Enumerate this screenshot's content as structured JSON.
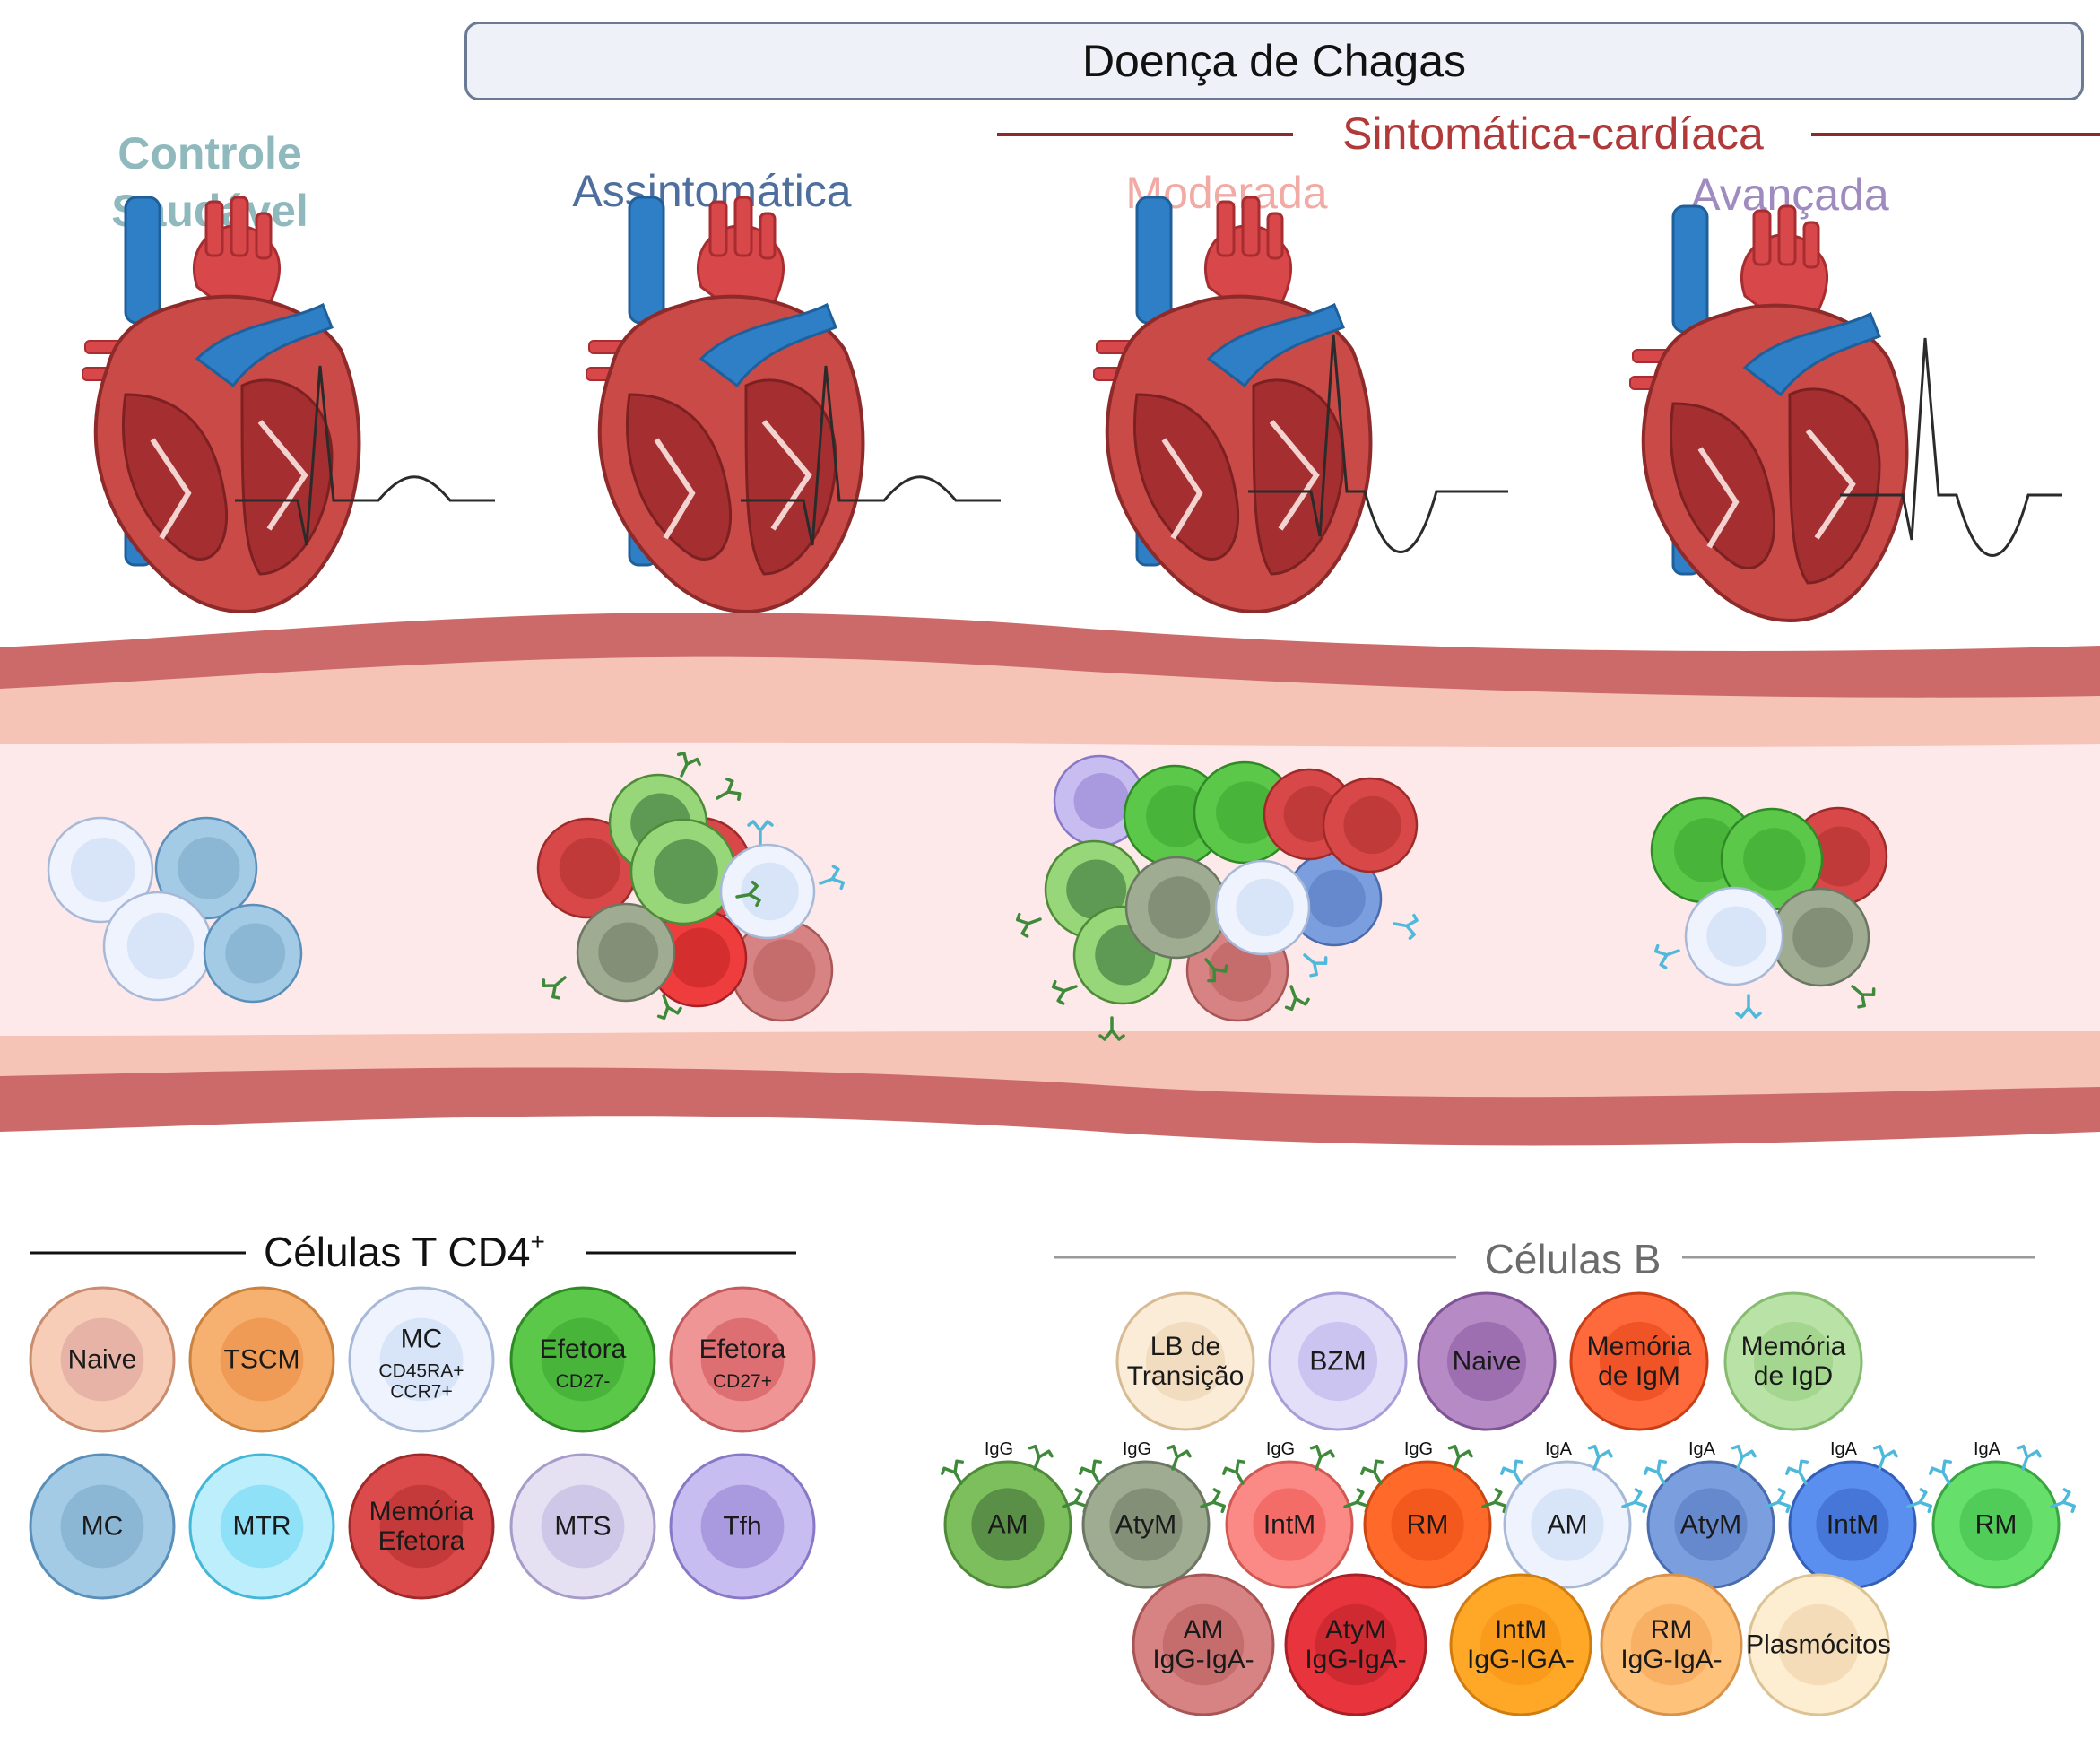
{
  "title": "Doença de Chagas",
  "symptomatic_group": "Sintomática-cardíaca",
  "stages": [
    {
      "line1": "Controle",
      "line2": "Saudável",
      "color": "#8fb9bd"
    },
    {
      "line1": "Assintomática",
      "line2": "",
      "color": "#4e6f9e"
    },
    {
      "line1": "Moderada",
      "line2": "",
      "color": "#f2aaa4"
    },
    {
      "line1": "Avançada",
      "line2": "",
      "color": "#9f8bbf"
    }
  ],
  "legend_t": {
    "heading": "Células T CD4",
    "heading_sup": "+",
    "cells": [
      {
        "lines": [
          "Naive"
        ],
        "fill": "#f7cdb7",
        "inner": "#e6b3a6",
        "stroke": "#c98c6e"
      },
      {
        "lines": [
          "TSCM"
        ],
        "fill": "#f6b06f",
        "inner": "#ef9a55",
        "stroke": "#c9823f"
      },
      {
        "lines": [
          "MC",
          "CD45RA+",
          "CCR7+"
        ],
        "fill": "#eef3fd",
        "inner": "#d8e4f7",
        "stroke": "#a8b9d8"
      },
      {
        "lines": [
          "Efetora",
          "CD27-"
        ],
        "fill": "#5cc84a",
        "inner": "#48b43a",
        "stroke": "#2f8a26"
      },
      {
        "lines": [
          "Efetora",
          "CD27+"
        ],
        "fill": "#f09595",
        "inner": "#dd6f72",
        "stroke": "#c45a5d"
      },
      {
        "lines": [
          "MC"
        ],
        "fill": "#a3cbe6",
        "inner": "#8bb7d4",
        "stroke": "#5a8fb9"
      },
      {
        "lines": [
          "MTR"
        ],
        "fill": "#bdeefb",
        "inner": "#8fe1f7",
        "stroke": "#43b7d8"
      },
      {
        "lines": [
          "Memória",
          "Efetora"
        ],
        "fill": "#dc4b4b",
        "inner": "#c43a3a",
        "stroke": "#9e2a2a"
      },
      {
        "lines": [
          "MTS"
        ],
        "fill": "#e5e0f2",
        "inner": "#cfc7e8",
        "stroke": "#a79cc9"
      },
      {
        "lines": [
          "Tfh"
        ],
        "fill": "#c8bdf0",
        "inner": "#a99ae0",
        "stroke": "#8878c7"
      }
    ]
  },
  "legend_b": {
    "heading": "Células B",
    "row1": [
      {
        "lines": [
          "LB de",
          "Transição"
        ],
        "fill": "#faecd6",
        "inner": "#f2dcc0",
        "stroke": "#d8bb92"
      },
      {
        "lines": [
          "BZM"
        ],
        "fill": "#e3dff8",
        "inner": "#cbc4f0",
        "stroke": "#a79fd9"
      },
      {
        "lines": [
          "Naive"
        ],
        "fill": "#b58ac5",
        "inner": "#9d6fb1",
        "stroke": "#7e5494"
      },
      {
        "lines": [
          "Memória",
          "de IgM"
        ],
        "fill": "#ff6a3d",
        "inner": "#ef5326",
        "stroke": "#c93e17"
      },
      {
        "lines": [
          "Memória",
          "de IgD"
        ],
        "fill": "#b9e2a6",
        "inner": "#a4d690",
        "stroke": "#86bb70"
      }
    ],
    "row2": [
      {
        "lines": [
          "AM"
        ],
        "tag": "IgG",
        "fill": "#7dbf5c",
        "inner": "#5a8f48",
        "stroke": "#4f8a38",
        "ab": "#3f8a3a"
      },
      {
        "lines": [
          "AtyM"
        ],
        "tag": "IgG",
        "fill": "#9fac92",
        "inner": "#848f78",
        "stroke": "#6b7762",
        "ab": "#3f8a3a"
      },
      {
        "lines": [
          "IntM"
        ],
        "tag": "IgG",
        "fill": "#fb8a86",
        "inner": "#f46c68",
        "stroke": "#d25853",
        "ab": "#3f8a3a"
      },
      {
        "lines": [
          "RM"
        ],
        "tag": "IgG",
        "fill": "#ff6a2b",
        "inner": "#f3581c",
        "stroke": "#cb4612",
        "ab": "#3f8a3a"
      },
      {
        "lines": [
          "AM"
        ],
        "tag": "IgA",
        "fill": "#eef3fd",
        "inner": "#d8e4f7",
        "stroke": "#a8b9d8",
        "ab": "#4fb9dc"
      },
      {
        "lines": [
          "AtyM"
        ],
        "tag": "IgA",
        "fill": "#7b9fde",
        "inner": "#6688cc",
        "stroke": "#4a6cae",
        "ab": "#4fb9dc"
      },
      {
        "lines": [
          "IntM"
        ],
        "tag": "IgA",
        "fill": "#5b8fef",
        "inner": "#4677d8",
        "stroke": "#345fb8",
        "ab": "#4fb9dc"
      },
      {
        "lines": [
          "RM"
        ],
        "tag": "IgA",
        "fill": "#66e06a",
        "inner": "#52cc58",
        "stroke": "#3aa442",
        "ab": "#4fb9dc"
      }
    ],
    "row3": [
      {
        "lines": [
          "AM",
          "IgG-IgA-"
        ],
        "fill": "#d88383",
        "inner": "#c56c6c",
        "stroke": "#a85555"
      },
      {
        "lines": [
          "AtyM",
          "IgG-IgA-"
        ],
        "fill": "#e8343c",
        "inner": "#cf2a31",
        "stroke": "#a81f25"
      },
      {
        "lines": [
          "IntM",
          "IgG-IGA-"
        ],
        "fill": "#ffa726",
        "inner": "#fb9b1b",
        "stroke": "#d07d10"
      },
      {
        "lines": [
          "RM",
          "IgG-IgA-"
        ],
        "fill": "#ffc27a",
        "inner": "#f8b064",
        "stroke": "#d8924a"
      },
      {
        "lines": [
          "Plasmócitos"
        ],
        "fill": "#fdeed2",
        "inner": "#f4dcb8",
        "stroke": "#dcc394"
      }
    ]
  }
}
